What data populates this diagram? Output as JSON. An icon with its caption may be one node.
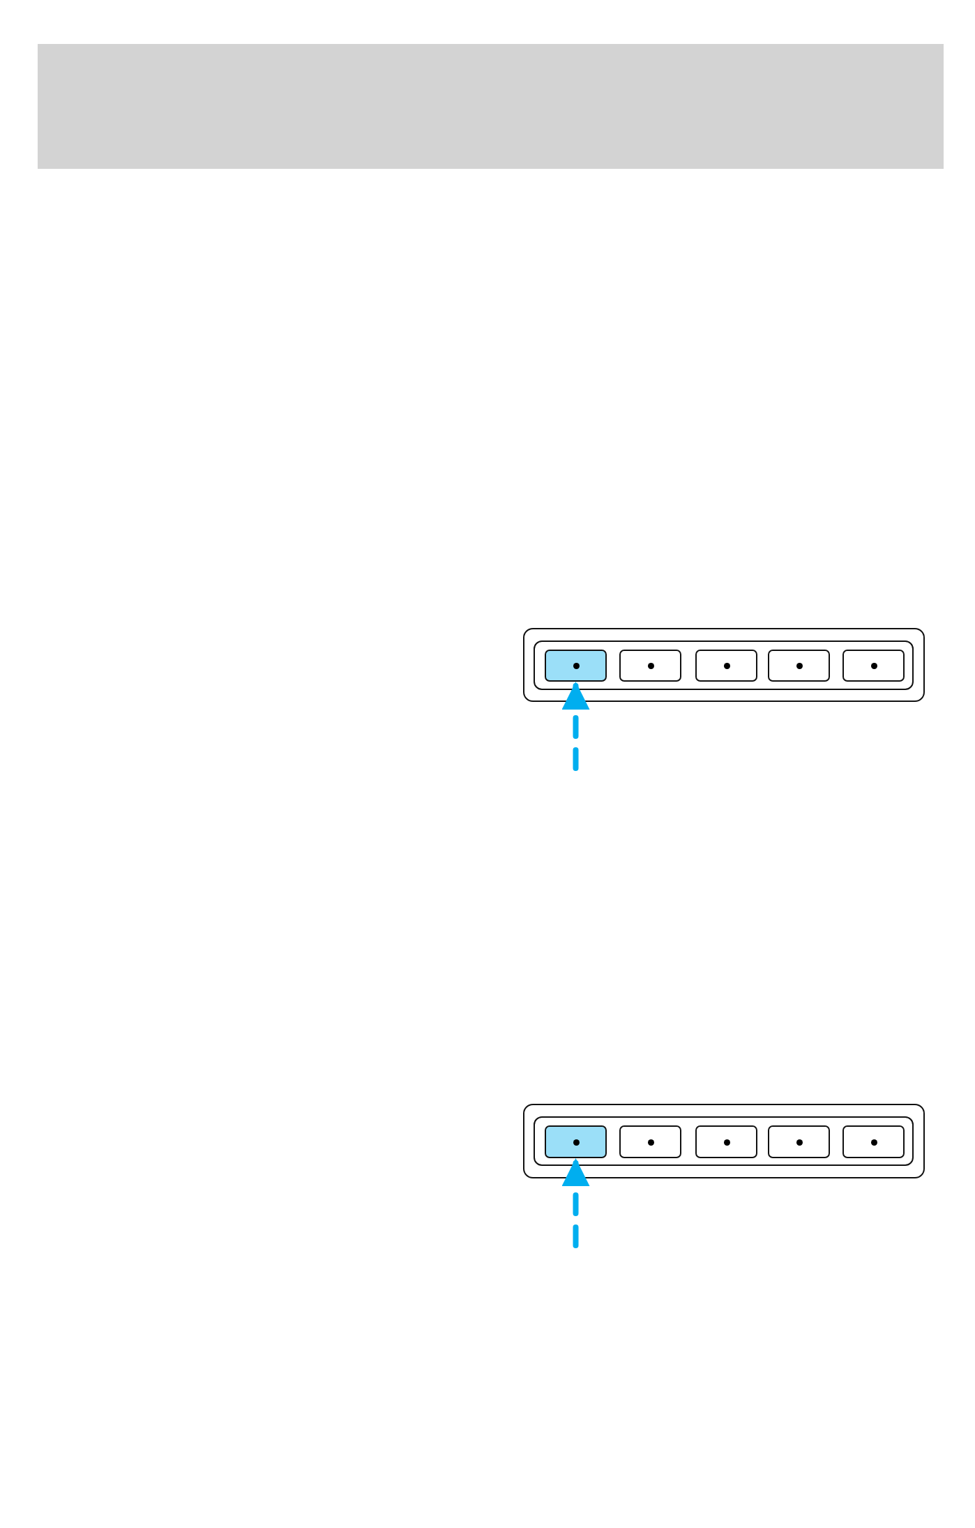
{
  "diagram": {
    "nodes": [
      {
        "text": [],
        "shape": "box"
      },
      {
        "text": [],
        "shape": "box",
        "in": 0
      },
      {
        "text": [],
        "shape": "box",
        "in": 1
      },
      {
        "text": [],
        "shape": "box",
        "in": 1
      },
      {
        "text": [],
        "shape": "box",
        "in": 1
      },
      {
        "text": [],
        "shape": "box",
        "in": 1
      },
      {
        "text": [],
        "shape": "box",
        "in": 1
      },
      {
        "text": [],
        "shape": "box"
      },
      {
        "text": [],
        "shape": "box",
        "in": 7
      },
      {
        "text": [],
        "shape": "box",
        "in": 8
      },
      {
        "text": [],
        "shape": "box",
        "in": 8
      },
      {
        "text": [],
        "shape": "box",
        "in": 8
      },
      {
        "text": [],
        "shape": "box",
        "in": 8
      },
      {
        "text": [],
        "shape": "box",
        "in": 8
      }
    ],
    "edges": [
      {
        "from": null,
        "to": 2,
        "arrow": "to",
        "style": "dashed"
      },
      {
        "from": null,
        "to": 9,
        "arrow": "to",
        "style": "dashed"
      }
    ]
  }
}
